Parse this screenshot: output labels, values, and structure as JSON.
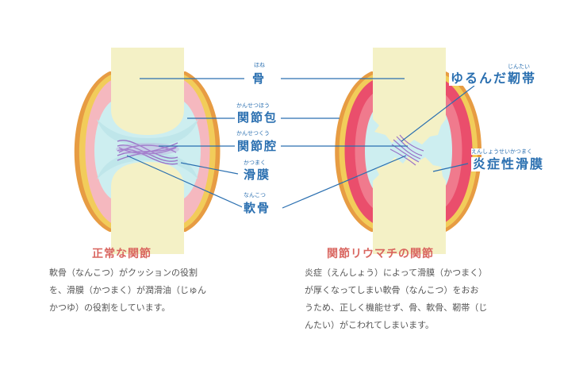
{
  "colors": {
    "label_blue": "#2a6fb0",
    "heading_red": "#d9655f",
    "bone": "#f4f1c6",
    "capsule_yellow": "#f2cc5a",
    "capsule_orange": "#e79c43",
    "synovium_pink": "#f5b8bf",
    "inflamed_red": "#ea4e6c",
    "cartilage_aqua": "#c9ebec",
    "ligament_purple": "#9a72c7"
  },
  "labels": {
    "bone": {
      "text": "骨",
      "ruby": "ほね"
    },
    "capsule": {
      "text": "関節包",
      "ruby": "かんせつほう"
    },
    "cavity": {
      "text": "関節腔",
      "ruby": "かんせつくう"
    },
    "synovium": {
      "text": "滑膜",
      "ruby": "かつまく"
    },
    "cartilage": {
      "text": "軟骨",
      "ruby": "なんこつ"
    },
    "loose_ligament": {
      "text": "ゆるんだ靭帯",
      "ruby": "じんたい"
    },
    "synovitis": {
      "text": "炎症性滑膜",
      "ruby": "えんしょうせいかつまく"
    }
  },
  "normal": {
    "title": "正常な関節",
    "description": [
      "軟骨（なんこつ）がクッションの役割",
      "を、滑膜（かつまく）が潤滑油（じゅん",
      "かつゆ）の役割をしています。"
    ]
  },
  "ra": {
    "title": "関節リウマチの関節",
    "description": [
      "炎症（えんしょう）によって滑膜（かつまく）",
      "が厚くなってしまい軟骨（なんこつ）をおお",
      "うため、正しく機能せず、骨、軟骨、靭帯（じ",
      "んたい）がこわれてしまいます。"
    ]
  }
}
